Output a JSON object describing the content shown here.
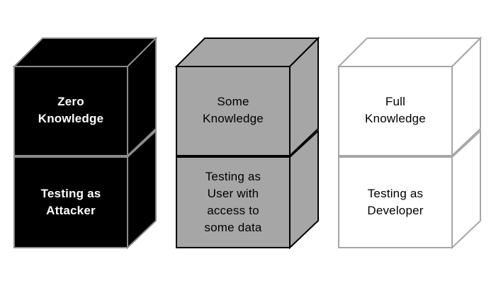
{
  "columns": [
    {
      "id": "zero",
      "theme": {
        "front": "#000000",
        "side": "#000000",
        "stroke": "#8a8a8a",
        "text": "#ffffff",
        "bold": true
      },
      "top_lines": [
        "Zero",
        "Knowledge"
      ],
      "bottom_lines": [
        "Testing as",
        "Attacker"
      ]
    },
    {
      "id": "some",
      "theme": {
        "front": "#a6a6a6",
        "side": "#a6a6a6",
        "stroke": "#000000",
        "text": "#000000",
        "bold": false
      },
      "top_lines": [
        "Some",
        "Knowledge"
      ],
      "bottom_lines": [
        "Testing as",
        "User with",
        "access to",
        "some data"
      ]
    },
    {
      "id": "full",
      "theme": {
        "front": "#ffffff",
        "side": "#ffffff",
        "stroke": "#a6a6a6",
        "text": "#000000",
        "bold": false
      },
      "top_lines": [
        "Full",
        "Knowledge"
      ],
      "bottom_lines": [
        "Testing as",
        "Developer"
      ]
    }
  ]
}
